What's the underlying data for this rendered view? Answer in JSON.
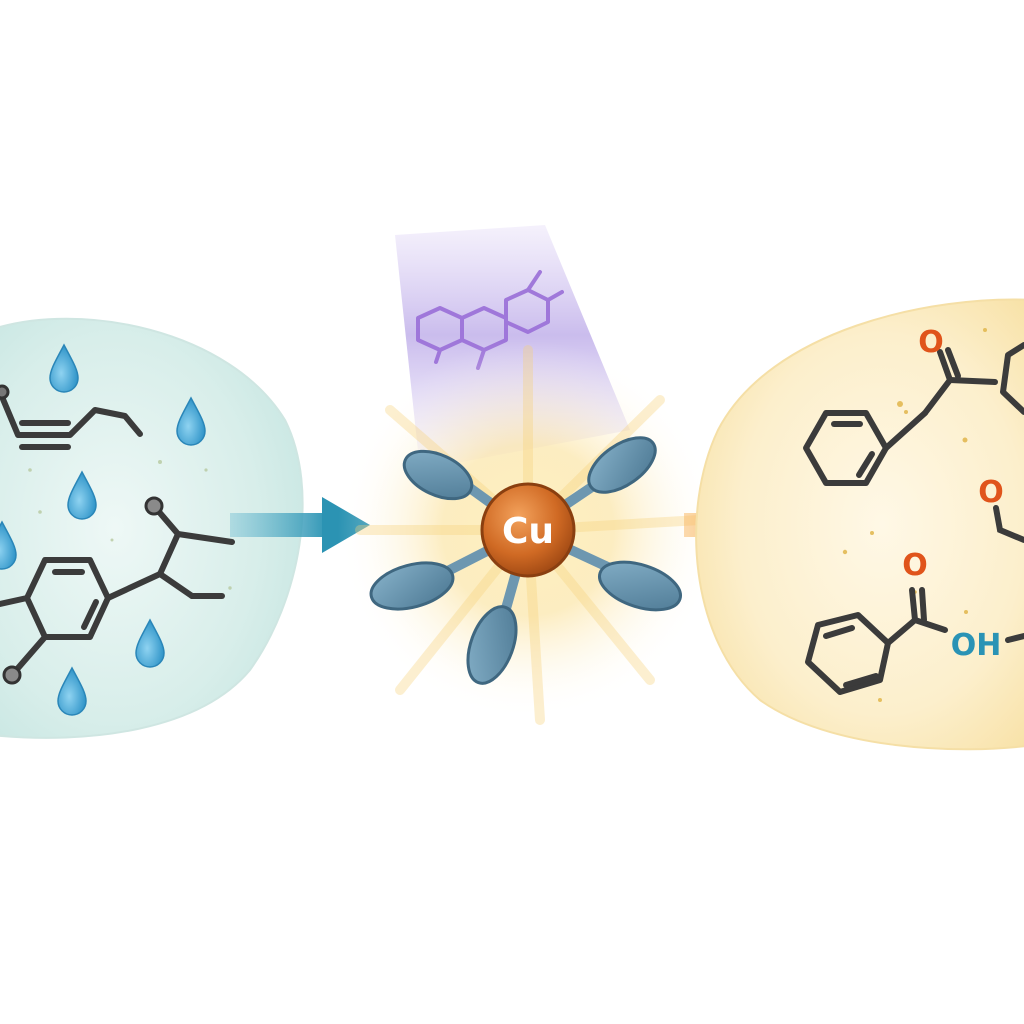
{
  "catalyst": {
    "metal_label": "Cu",
    "metal_color": "#c8621d",
    "ligand_color": "#5b86a3",
    "glow_color": "#f7d27a",
    "light_beam_color": "#9a7fd8"
  },
  "reactants_panel": {
    "background_color": "#dcefeb",
    "droplet_icon": "water-droplet-icon",
    "droplet_color": "#3ea6d6"
  },
  "products_panel": {
    "background_color": "#fbecc4",
    "oxygen_labels": [
      "O",
      "O",
      "O"
    ],
    "hydroxyl_label": "OH",
    "oxygen_color": "#e0541b",
    "hydroxyl_color": "#2a93b5"
  },
  "arrows": {
    "input_arrow_color": "#2b93b3",
    "output_arrow_color": "#f3921c"
  }
}
